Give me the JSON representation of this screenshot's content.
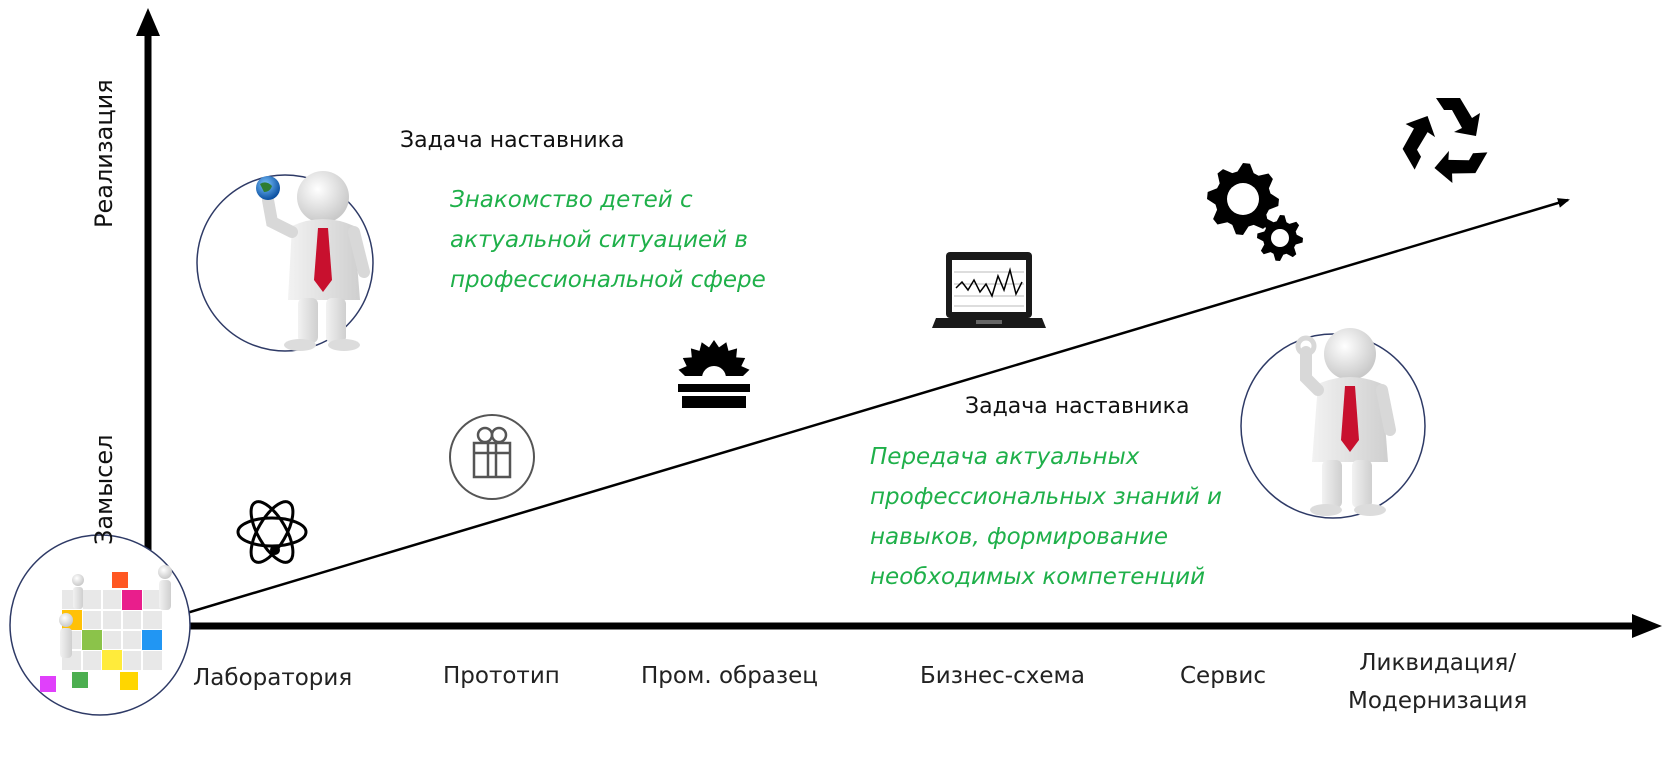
{
  "axes": {
    "y_label_top": "Реализация",
    "y_label_bottom": "Замысел"
  },
  "stages": [
    "Лаборатория",
    "Прототип",
    "Пром. образец",
    "Бизнес-схема",
    "Сервис",
    "Ликвидация/\nМодернизация"
  ],
  "task_top": {
    "title": "Задача наставника",
    "description": "Знакомство детей с\nактуальной ситуацией в\nпрофессиональной сфере"
  },
  "task_bottom": {
    "title": "Задача наставника",
    "description": "Передача актуальных\nпрофессиональных знаний и\nнавыков, формирование\nнеобходимых компетенций"
  },
  "icons": [
    "atom-icon",
    "gift-icon",
    "saw-blade-icon",
    "laptop-chart-icon",
    "gears-icon",
    "recycle-icon"
  ],
  "colors": {
    "accent_text": "#1fb04a",
    "axis": "#000000",
    "tie": "#c8102e"
  }
}
